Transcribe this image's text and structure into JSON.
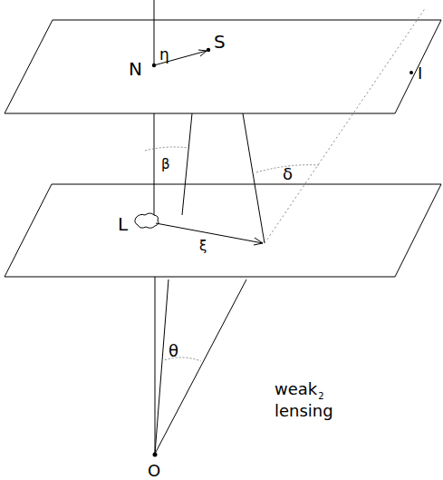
{
  "diagram": {
    "labels": [
      "η",
      "S",
      "N",
      "I",
      "β",
      "δ",
      "L",
      "ξ",
      "θ",
      "weak",
      "2",
      "lensing",
      "O"
    ]
  }
}
